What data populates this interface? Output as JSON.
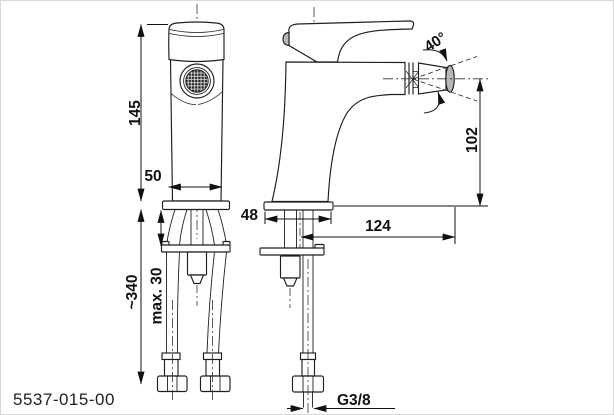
{
  "drawing": {
    "part_number": "5537-015-00",
    "front_view": {
      "height": "145",
      "base_width": "50",
      "hose_length": "~340",
      "max_counter_thickness": "max. 30"
    },
    "side_view": {
      "swivel_angle": "40°",
      "spout_height": "102",
      "base_depth": "48",
      "spout_reach": "124",
      "thread_size": "G3/8"
    },
    "colors": {
      "line": "#1f1f1f",
      "dimension": "#111111",
      "shaded_part": "#b8b8b8",
      "background": "#ffffff"
    }
  }
}
